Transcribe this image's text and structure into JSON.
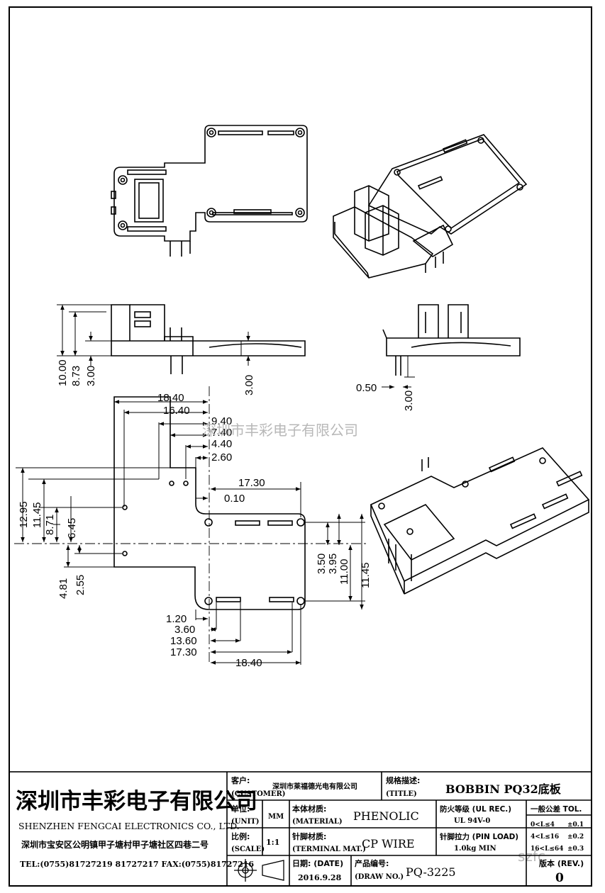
{
  "watermark": {
    "center": "深圳市丰彩电子有限公司",
    "corner": "szfc"
  },
  "dimensions": {
    "side_left": [
      "10.00",
      "8.73",
      "3.00",
      "3.00"
    ],
    "side_right": [
      "0.50",
      "3.00"
    ],
    "horizontal_top": [
      "18.40",
      "16.40",
      "9.40",
      "7.40",
      "4.40",
      "2.60"
    ],
    "right_top": [
      "17.30",
      "0.10"
    ],
    "vertical_left": [
      "12.95",
      "11.45",
      "8.71",
      "6.45",
      "4.81",
      "2.55"
    ],
    "vertical_right": [
      "3.50",
      "3.95",
      "11.00",
      "11.45"
    ],
    "bottom": [
      "1.20",
      "3.60",
      "13.60",
      "17.30",
      "18.40"
    ]
  },
  "title_block": {
    "company_cn": "深圳市丰彩电子有限公司",
    "company_en": "SHENZHEN FENGCAI ELECTRONICS CO., LTD.",
    "address": "深圳市宝安区公明镇甲子塘村甲子塘社区四巷二号",
    "contact": "TEL:(0755)81727219  81727217    FAX:(0755)81727216",
    "customer_label": "客户:",
    "customer_label_en": "(CUSTOMER)",
    "customer_value": "深圳市莱福德光电有限公司",
    "title_label": "规格描述:",
    "title_label_en": "(TITLE)",
    "title_value": "BOBBIN PQ32底板",
    "unit_label": "单位:",
    "unit_label_en": "(UNIT)",
    "unit_value": "MM",
    "material_label": "本体材质:",
    "material_label_en": "(MATERIAL)",
    "material_value": "PHENOLIC",
    "ul_label": "防火等级 (UL REC.)",
    "ul_value": "UL 94V-0",
    "tol_label": "一般公差 TOL.",
    "tol_rows": [
      {
        "range": "0<L≤4",
        "tol": "±0.1"
      },
      {
        "range": "4<L≤16",
        "tol": "±0.2"
      },
      {
        "range": "16<L≤64",
        "tol": "±0.3"
      }
    ],
    "scale_label": "比例:",
    "scale_label_en": "(SCALE)",
    "scale_value": "1:1",
    "terminal_label": "针脚材质:",
    "terminal_label_en": "(TERMINAL MAT.)",
    "terminal_value": "CP WIRE",
    "pin_load_label": "针脚拉力 (PIN LOAD)",
    "pin_load_value": "1.0kg MIN",
    "date_label": "日期:  (DATE)",
    "date_value": "2016.9.28",
    "drawno_label": "产品编号:",
    "drawno_label_en": "(DRAW NO.)",
    "drawno_value": "PQ-3225",
    "rev_label": "版本 (REV.)",
    "rev_value": "0"
  }
}
